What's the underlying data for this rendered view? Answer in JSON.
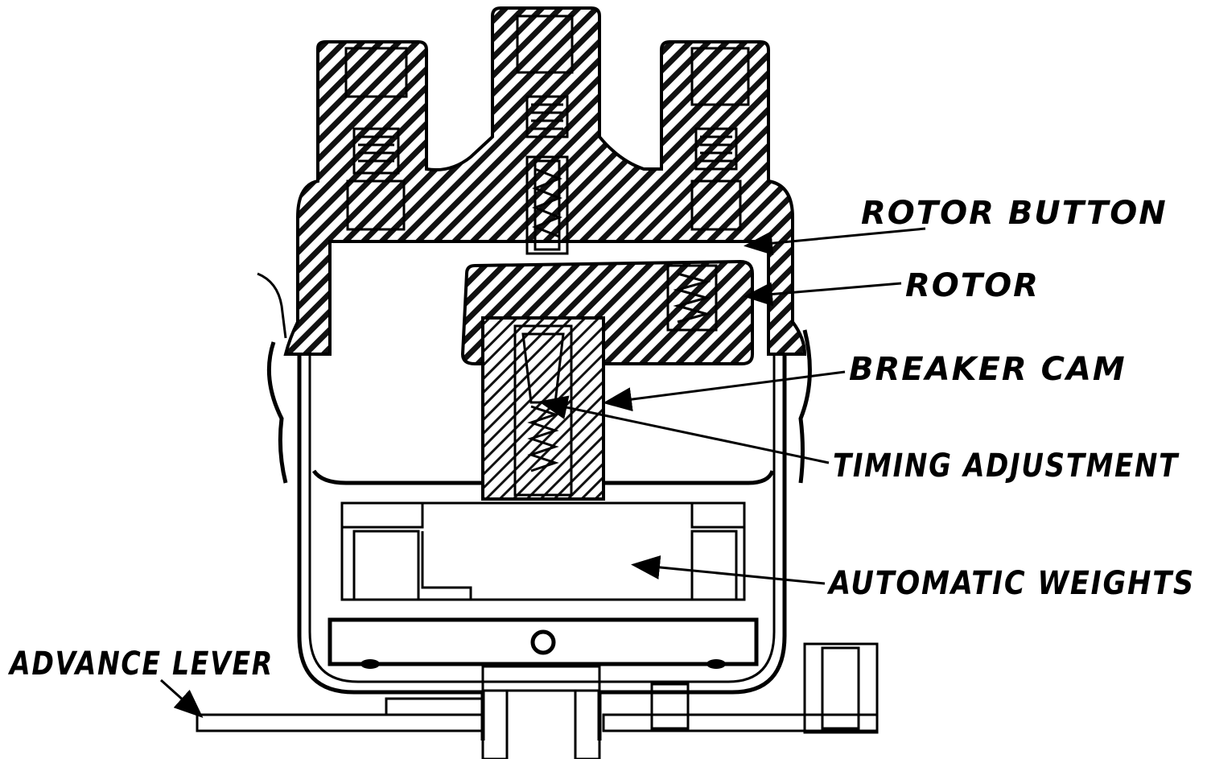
{
  "labels": {
    "rotor_button": "ROTOR BUTTON",
    "rotor": "ROTOR",
    "breaker_cam": "BREAKER CAM",
    "timing_adjustment": "TIMING ADJUSTMENT",
    "automatic_weights": "AUTOMATIC WEIGHTS",
    "advance_lever": "ADVANCE LEVER"
  }
}
